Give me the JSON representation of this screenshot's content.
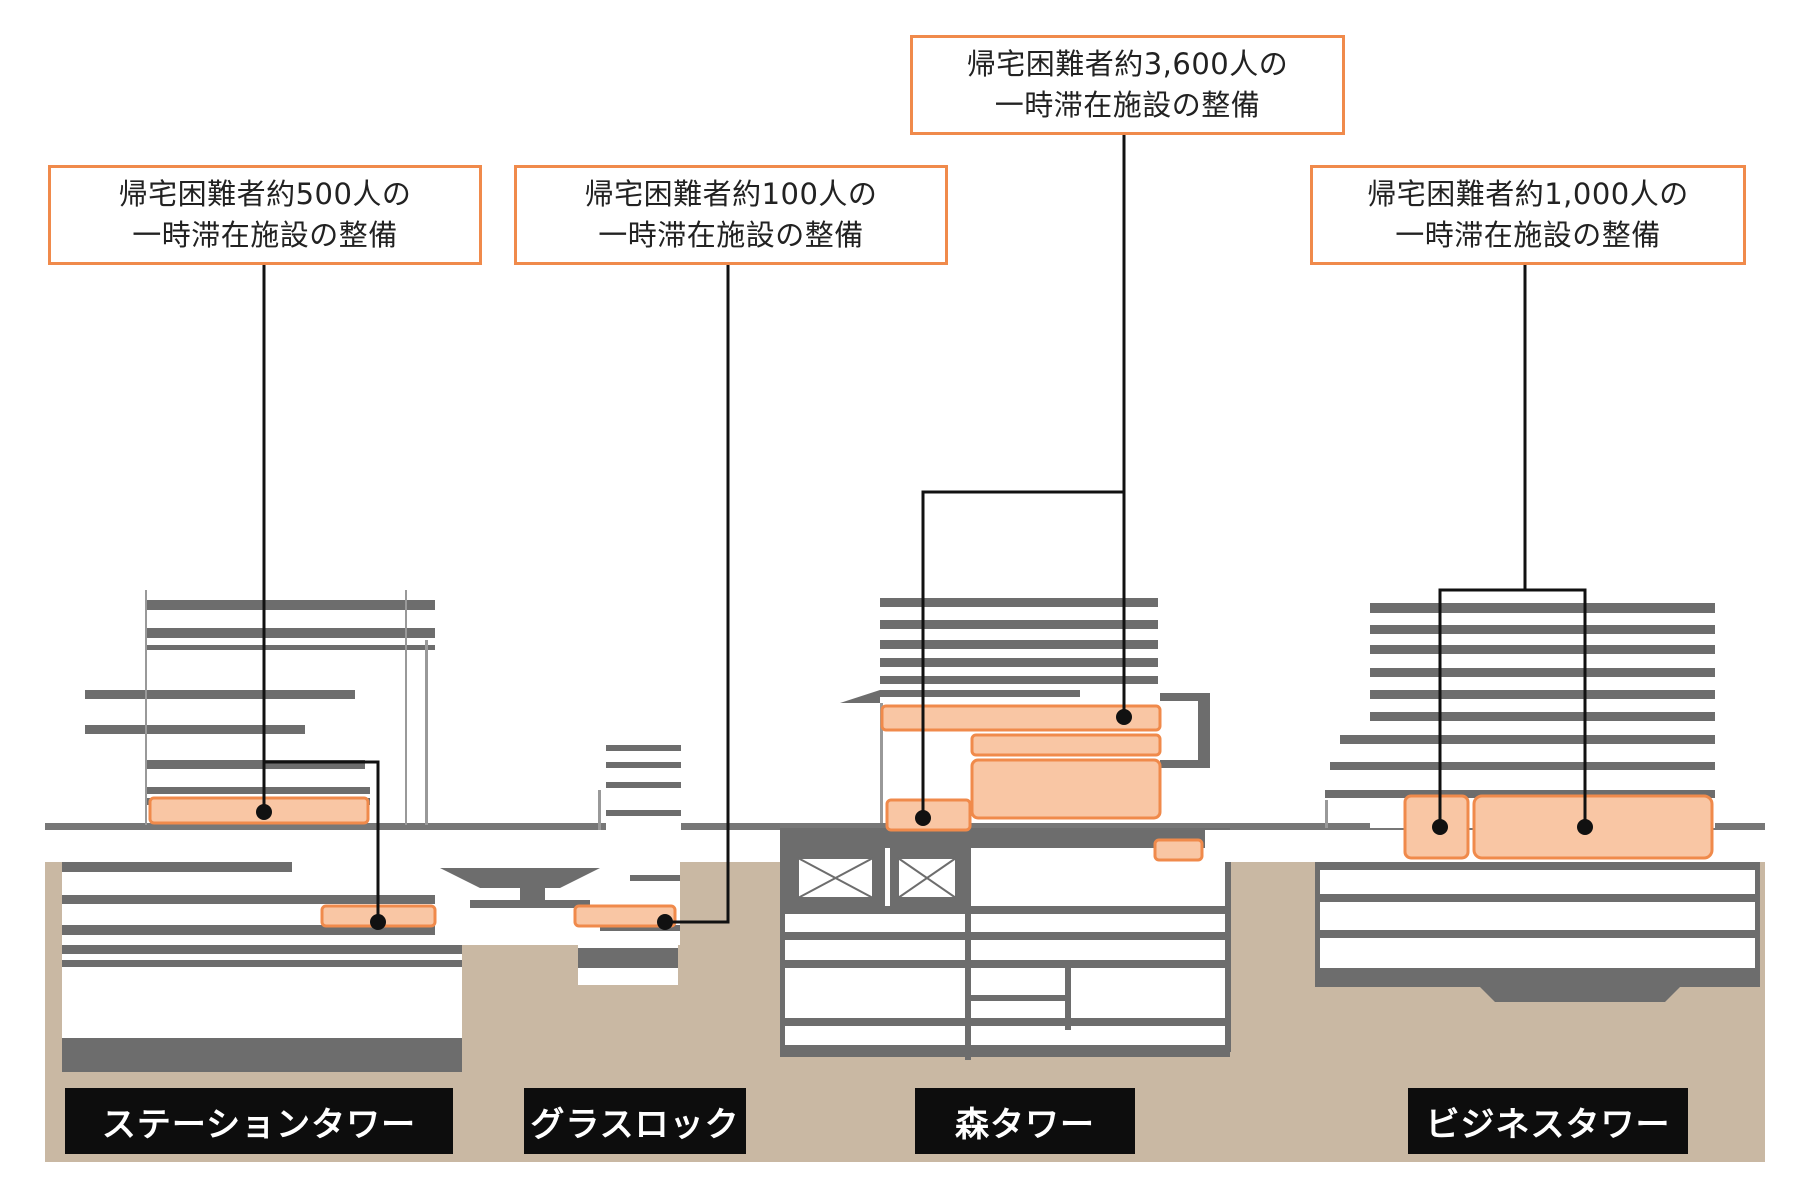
{
  "diagram": {
    "callouts": {
      "station": {
        "line1": "帰宅困難者約500人の",
        "line2": "一時滞在施設の整備"
      },
      "glass": {
        "line1": "帰宅困難者約100人の",
        "line2": "一時滞在施設の整備"
      },
      "mori": {
        "line1": "帰宅困難者約3,600人の",
        "line2": "一時滞在施設の整備"
      },
      "business": {
        "line1": "帰宅困難者約1,000人の",
        "line2": "一時滞在施設の整備"
      }
    },
    "buildings": {
      "station": "ステーションタワー",
      "glass": "グラスロック",
      "mori": "森タワー",
      "business": "ビジネスタワー"
    },
    "colors": {
      "accent": "#f08a4b",
      "highlight_fill": "#f9c6a4",
      "ground": "#c9b8a3",
      "structure": "#6d6d6d",
      "label_plate": "#0d0d0d"
    }
  }
}
